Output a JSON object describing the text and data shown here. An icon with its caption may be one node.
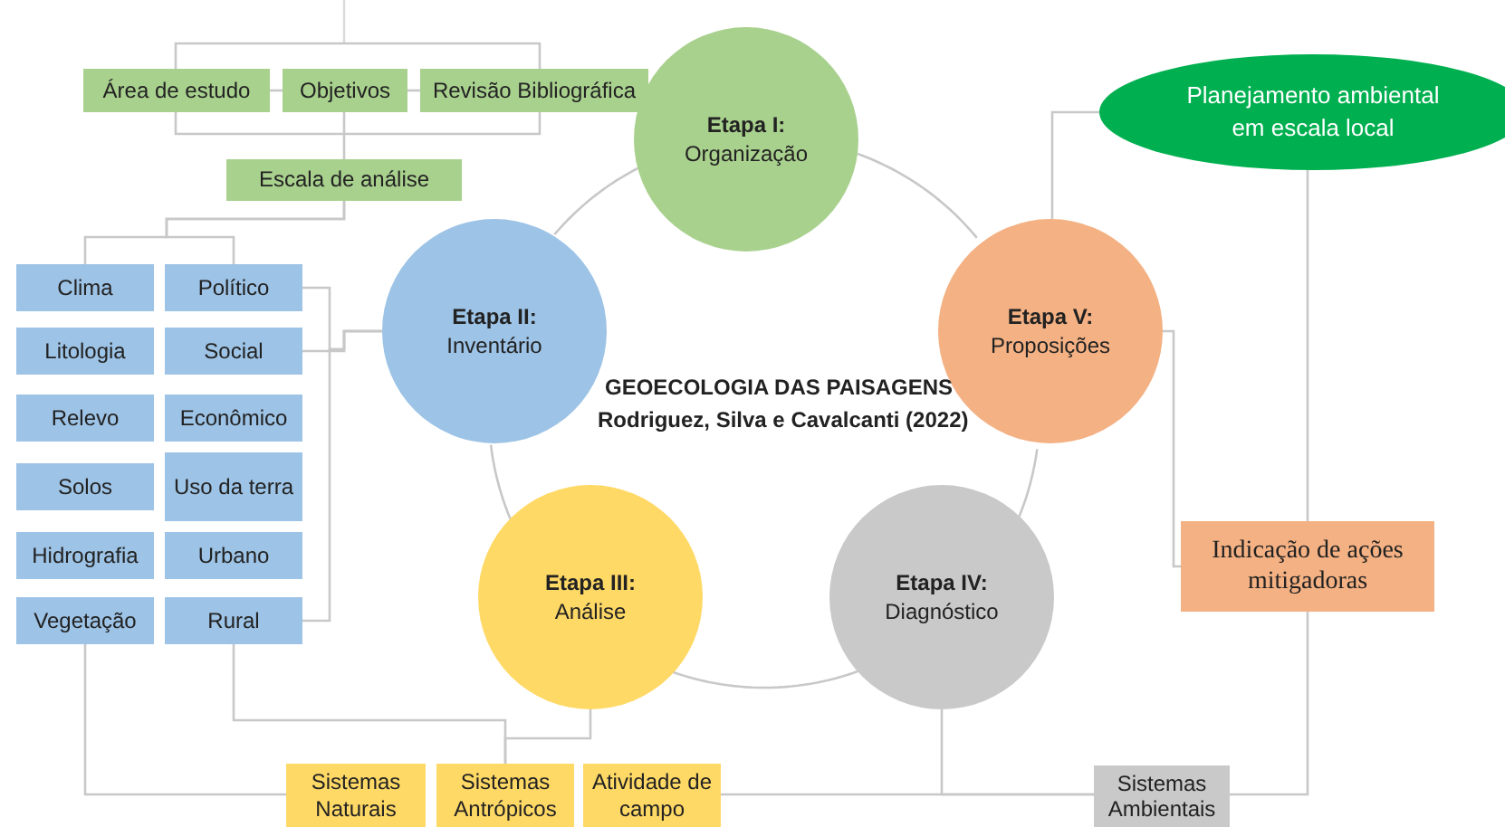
{
  "diagram": {
    "nodes": [
      {
        "text": [
          "Etapa I:",
          "Organização"
        ]
      },
      {
        "text": [
          "Etapa II:",
          "Inventário"
        ]
      },
      {
        "text": [
          "Etapa V:",
          "Proposições"
        ]
      },
      {
        "text": [
          "Etapa III:",
          "Análise"
        ]
      },
      {
        "text": [
          "Etapa IV:",
          "Diagnóstico"
        ]
      },
      {
        "text": [
          "Área de estudo"
        ]
      },
      {
        "text": [
          "Objetivos"
        ]
      },
      {
        "text": [
          "Revisão Bibliográfica"
        ]
      },
      {
        "text": [
          "Escala de análise"
        ]
      },
      {
        "text": [
          "Clima"
        ]
      },
      {
        "text": [
          "Político"
        ]
      },
      {
        "text": [
          "Litologia"
        ]
      },
      {
        "text": [
          "Social"
        ]
      },
      {
        "text": [
          "Relevo"
        ]
      },
      {
        "text": [
          "Econômico"
        ]
      },
      {
        "text": [
          "Solos"
        ]
      },
      {
        "text": [
          "Uso da terra"
        ]
      },
      {
        "text": [
          "Hidrografia"
        ]
      },
      {
        "text": [
          "Urbano"
        ]
      },
      {
        "text": [
          "Vegetação"
        ]
      },
      {
        "text": [
          "Rural"
        ]
      },
      {
        "text": [
          "Planejamento ambiental em escala local"
        ]
      },
      {
        "text": [
          "Indicação de ações mitigadoras"
        ]
      },
      {
        "text": [
          "Sistemas Naturais"
        ]
      },
      {
        "text": [
          "Sistemas Antrópicos"
        ]
      },
      {
        "text": [
          "Atividade de campo"
        ]
      },
      {
        "text": [
          "Sistemas Ambientais"
        ]
      }
    ],
    "edges": [
      {
        "from": 0,
        "to": 2,
        "arrow": "none"
      },
      {
        "from": 2,
        "to": 4,
        "arrow": "none"
      },
      {
        "from": 4,
        "to": 3,
        "arrow": "none"
      },
      {
        "from": 3,
        "to": 1,
        "arrow": "none"
      },
      {
        "from": 1,
        "to": 0,
        "arrow": "none"
      },
      {
        "from": 6,
        "to": 5,
        "arrow": "none"
      },
      {
        "from": 6,
        "to": 7,
        "arrow": "none"
      },
      {
        "from": 6,
        "to": 8,
        "arrow": "none"
      },
      {
        "from": 8,
        "to": 9,
        "arrow": "none"
      },
      {
        "from": 8,
        "to": 10,
        "arrow": "none"
      },
      {
        "from": 10,
        "to": 1,
        "arrow": "none"
      },
      {
        "from": 12,
        "to": 1,
        "arrow": "none"
      },
      {
        "from": 20,
        "to": 1,
        "arrow": "none"
      },
      {
        "from": 19,
        "to": 23,
        "arrow": "none"
      },
      {
        "from": 20,
        "to": 24,
        "arrow": "none"
      },
      {
        "from": 3,
        "to": 24,
        "arrow": "none"
      },
      {
        "from": 25,
        "to": 26,
        "arrow": "none"
      },
      {
        "from": 4,
        "to": 26,
        "arrow": "none"
      },
      {
        "from": 26,
        "to": 22,
        "arrow": "none"
      },
      {
        "from": 22,
        "to": 21,
        "arrow": "none"
      },
      {
        "from": 2,
        "to": 22,
        "arrow": "none"
      },
      {
        "from": 21,
        "to": 2,
        "arrow": "none"
      },
      {
        "from": 5,
        "to": 7,
        "arrow": "none"
      },
      {
        "from": 5,
        "to": 7,
        "arrow": "none"
      }
    ],
    "labels": [
      "GEOECOLOGIA DAS PAISAGENS",
      "Rodriguez, Silva e Cavalcanti (2022)"
    ]
  }
}
